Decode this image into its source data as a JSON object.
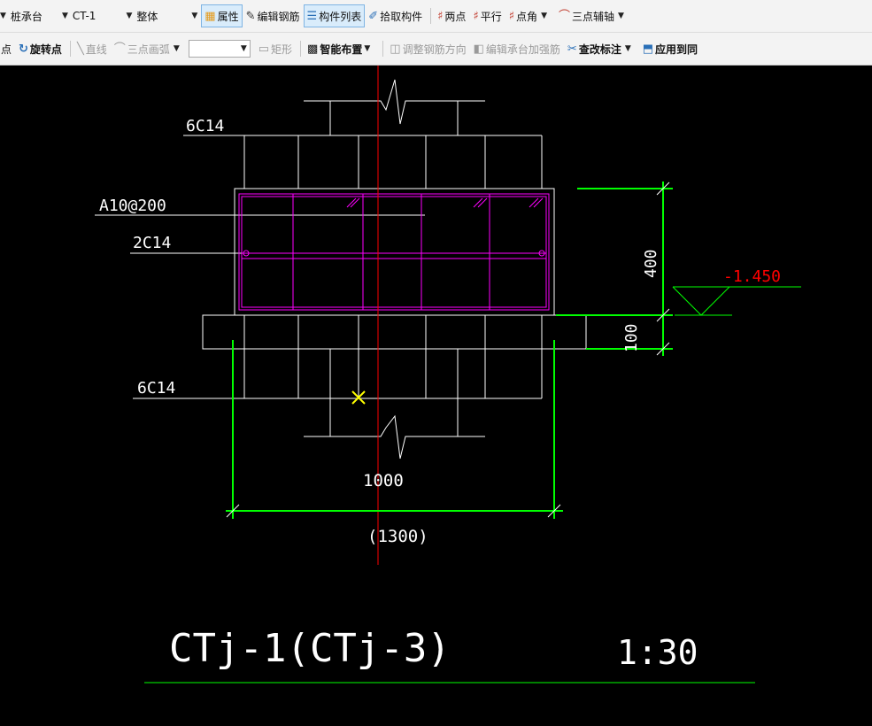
{
  "toolbar1": {
    "dropdowns": [
      "桩承台",
      "CT-1",
      "整体"
    ],
    "buttons": {
      "properties": "属性",
      "edit_rebar": "编辑钢筋",
      "component_list": "构件列表",
      "pick_component": "拾取构件",
      "two_points": "两点",
      "parallel": "平行",
      "point_angle": "点角",
      "three_point_axis": "三点辅轴"
    }
  },
  "toolbar2": {
    "buttons": {
      "point": "点",
      "rotate_point": "旋转点",
      "line": "直线",
      "three_point_arc": "三点画弧",
      "rectangle": "矩形",
      "smart_layout": "智能布置",
      "adjust_rebar_dir": "调整钢筋方向",
      "edit_cap_reinf": "编辑承台加强筋",
      "check_labels": "查改标注",
      "apply_same": "应用到同"
    },
    "combo_value": ""
  },
  "drawing": {
    "labels": {
      "top_bars": "6C14",
      "stirrup": "A10@200",
      "side_bars": "2C14",
      "bottom_bars": "6C14"
    },
    "dimensions": {
      "height_main": "400",
      "height_cushion": "100",
      "width_inner": "1000",
      "width_outer": "(1300)"
    },
    "elevation": "-1.450",
    "title": "CTj-1(CTj-3)",
    "scale": "1:30"
  },
  "colors": {
    "background": "#000000",
    "white_lines": "#ffffff",
    "rebar": "#ff00ff",
    "dimension": "#00ff00",
    "axis": "#ff0000",
    "elevation_text": "#ff0000",
    "marker": "#ffff00"
  }
}
